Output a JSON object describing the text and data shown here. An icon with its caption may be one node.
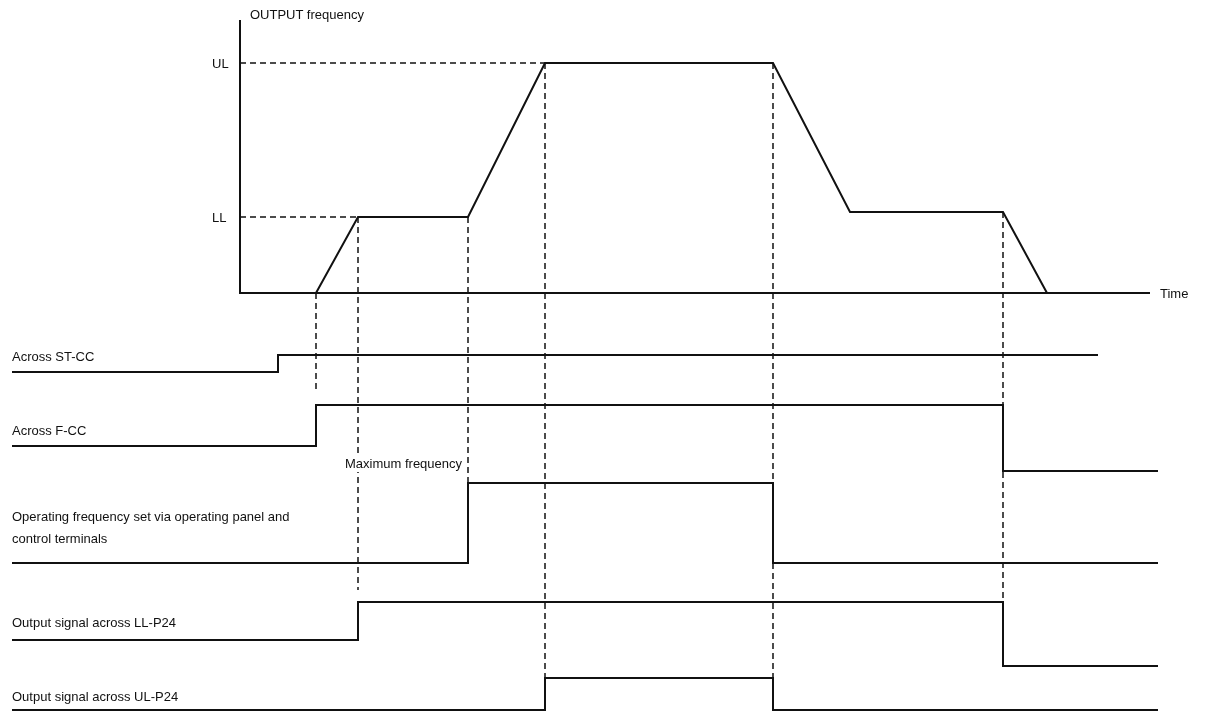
{
  "diagram": {
    "labels": [
      "OUTPUT frequency",
      "UL",
      "LL",
      "Time",
      "Across ST-CC",
      "Across F-CC",
      "Maximum frequency",
      "Operating frequency set via operating panel and control terminals",
      "Output signal across LL-P24",
      "Output signal across UL-P24"
    ]
  }
}
